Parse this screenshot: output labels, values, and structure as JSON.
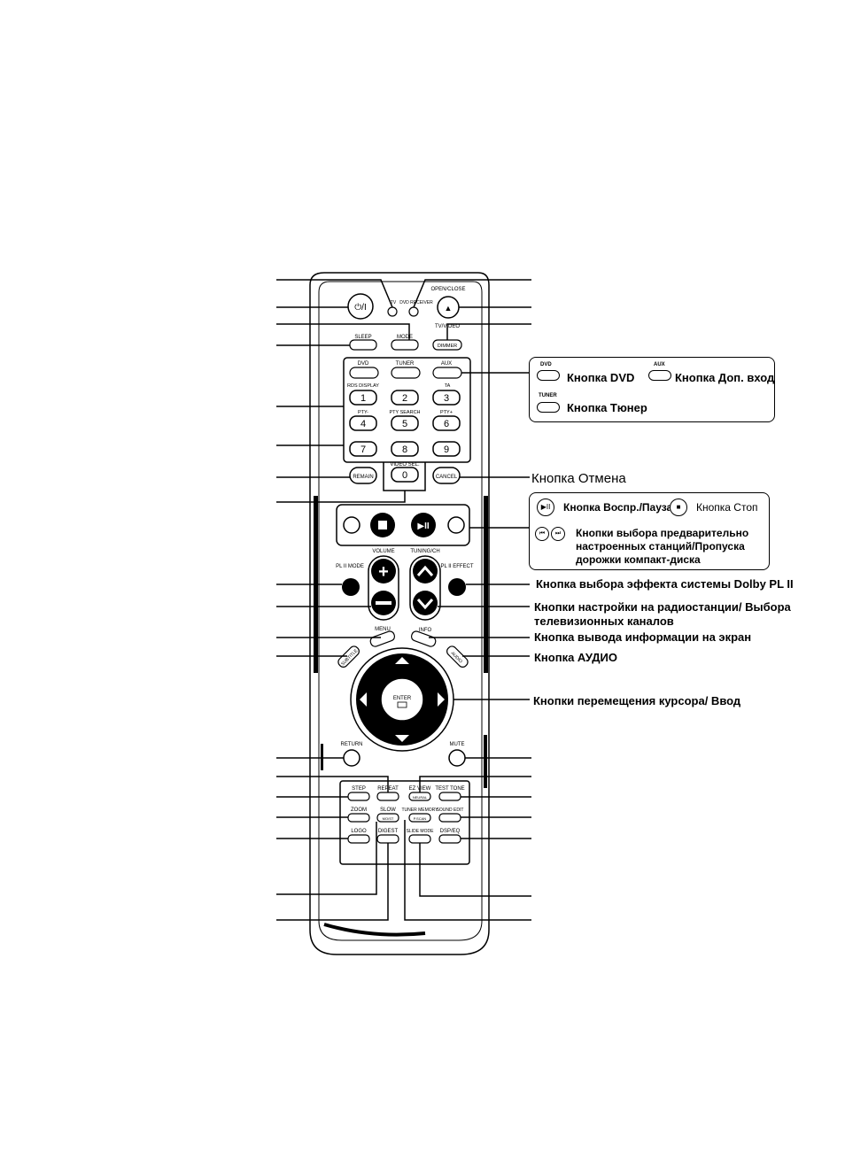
{
  "remote": {
    "top": {
      "tv": "TV",
      "dvd_receiver": "DVD RECEIVER",
      "power": "⏻/I",
      "open_close": "OPEN/CLOSE",
      "eject": "▲",
      "mode": "MODE",
      "sleep": "SLEEP",
      "tv_video": "TV/VIDEO",
      "dimmer": "DIMMER"
    },
    "sources": {
      "dvd": "DVD",
      "tuner": "TUNER",
      "aux": "AUX"
    },
    "num_labels": {
      "rds": "RDS DISPLAY",
      "ta": "TA",
      "pty_minus": "PTY-",
      "pty_search": "PTY SEARCH",
      "pty_plus": "PTY+",
      "video_sel": "VIDEO SEL."
    },
    "digits": [
      "1",
      "2",
      "3",
      "4",
      "5",
      "6",
      "7",
      "8",
      "9",
      "0"
    ],
    "remain": "REMAIN",
    "cancel": "CANCEL",
    "volume": "VOLUME",
    "tuning": "TUNING/CH",
    "pl2_mode": "PL II MODE",
    "pl2_effect": "PL II EFFECT",
    "menu": "MENU",
    "info": "INFO",
    "subtitle": "SUBTITLE",
    "audio": "AUDIO",
    "enter": "ENTER",
    "return": "RETURN",
    "mute": "MUTE",
    "bottom": {
      "step": "STEP",
      "repeat": "REPEAT",
      "ez_view": "EZ VIEW",
      "neural": "NEURAL",
      "test_tone": "TEST TONE",
      "zoom": "ZOOM",
      "slow": "SLOW",
      "mo_st": "MO/ST",
      "tuner_memory": "TUNER MEMORY",
      "p_scan": "P.SCAN",
      "sound_edit": "SOUND EDIT",
      "logo": "LOGO",
      "digest": "DIGEST",
      "slide_mode": "SLIDE MODE",
      "dsp_eq": "DSP/EQ"
    }
  },
  "callouts": {
    "source_box": {
      "dvd_tiny": "DVD",
      "dvd": "Кнопка DVD",
      "aux_tiny": "AUX",
      "aux": "Кнопка Доп. вход",
      "tuner_tiny": "TUNER",
      "tuner": "Кнопка Тюнер"
    },
    "cancel": "Кнопка Отмена",
    "play_box": {
      "play_pause": "Кнопка Воспр./Пауза",
      "stop": "Кнопка Стоп",
      "skip_1": "Кнопки выбора предварительно",
      "skip_2": "настроенных станций/Пропуска",
      "skip_3": "дорожки компакт-диска"
    },
    "dolby": "Кнопка выбора эффекта системы Dolby PL II",
    "tuning_1": "Кнопки настройки на радиостанции/ Выбора",
    "tuning_2": "телевизионных каналов",
    "info": "Кнопка вывода информации на экран",
    "audio": "Кнопка АУДИО",
    "cursor": "Кнопки перемещения курсора/ Ввод"
  }
}
